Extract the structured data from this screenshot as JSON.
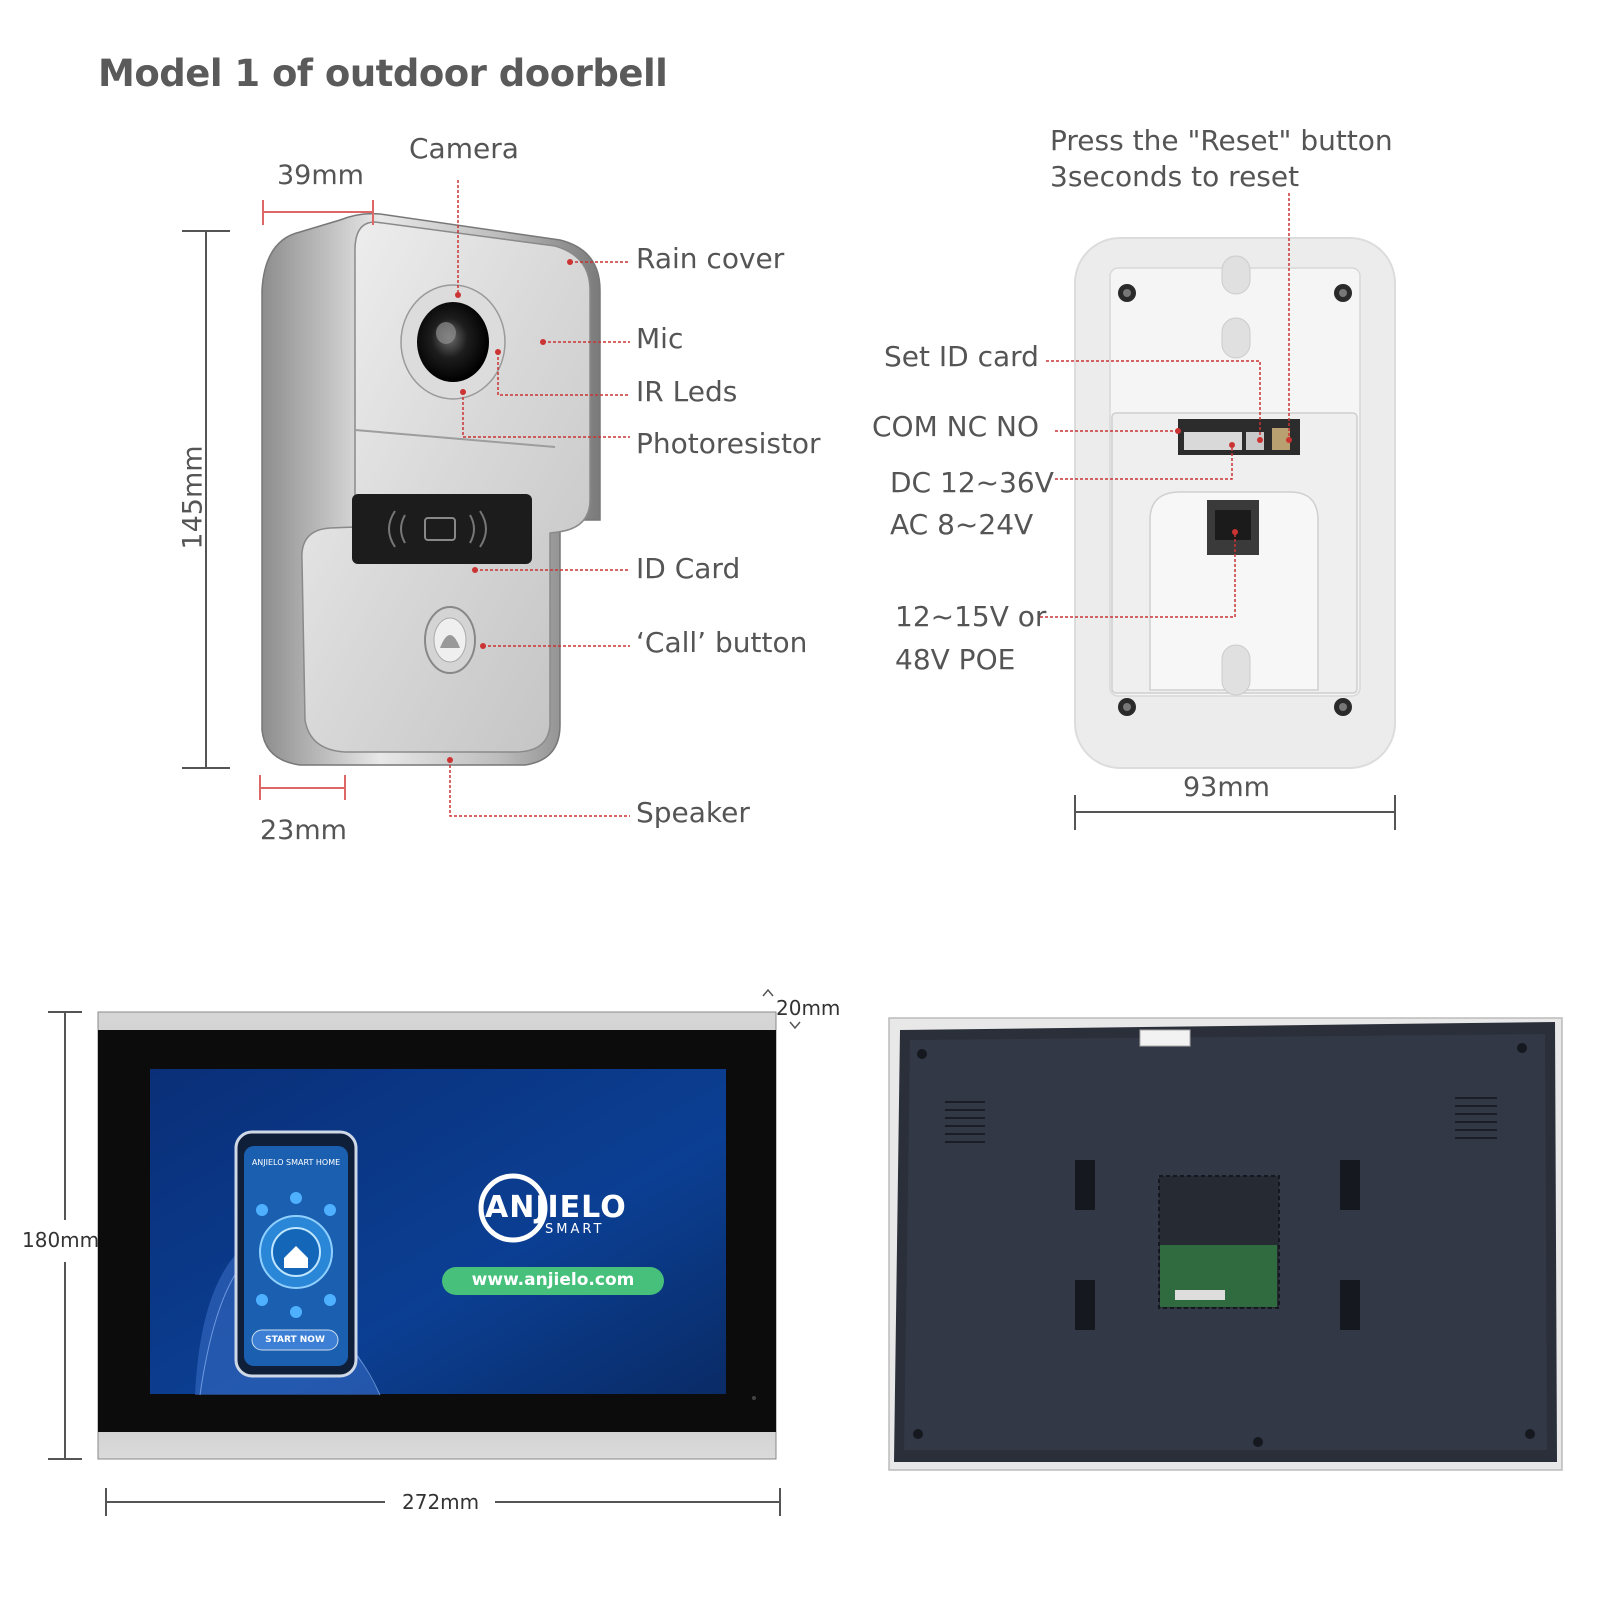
{
  "title": "Model 1 of outdoor doorbell",
  "front_labels": {
    "camera": "Camera",
    "rain_cover": "Rain cover",
    "mic": "Mic",
    "ir_leds": "IR Leds",
    "photoresistor": "Photoresistor",
    "id_card": "ID Card",
    "call_button": "‘Call’ button",
    "speaker": "Speaker"
  },
  "front_dims": {
    "depth_top": "39mm",
    "height": "145mm",
    "depth_bottom": "23mm"
  },
  "back_labels": {
    "reset_line1": "Press the \"Reset\" button",
    "reset_line2": "3seconds to reset",
    "set_id_card": "Set ID card",
    "com_nc_no": "COM NC NO",
    "dc_power": "DC 12~36V",
    "ac_power": "AC 8~24V",
    "poe_line1": "12~15V or",
    "poe_line2": "48V POE"
  },
  "back_dims": {
    "width": "93mm"
  },
  "monitor_dims": {
    "thickness": "20mm",
    "height": "180mm",
    "width": "272mm"
  },
  "monitor_screen": {
    "phone_header": "ANJIELO SMART HOME",
    "phone_button": "START NOW",
    "brand_main": "ANJIELO",
    "brand_sub": "SMART",
    "url": "www.anjielo.com"
  },
  "colors": {
    "leader_red": "#cc3333",
    "screen_blue": "#0d3e8c",
    "url_green": "#46c07a"
  }
}
